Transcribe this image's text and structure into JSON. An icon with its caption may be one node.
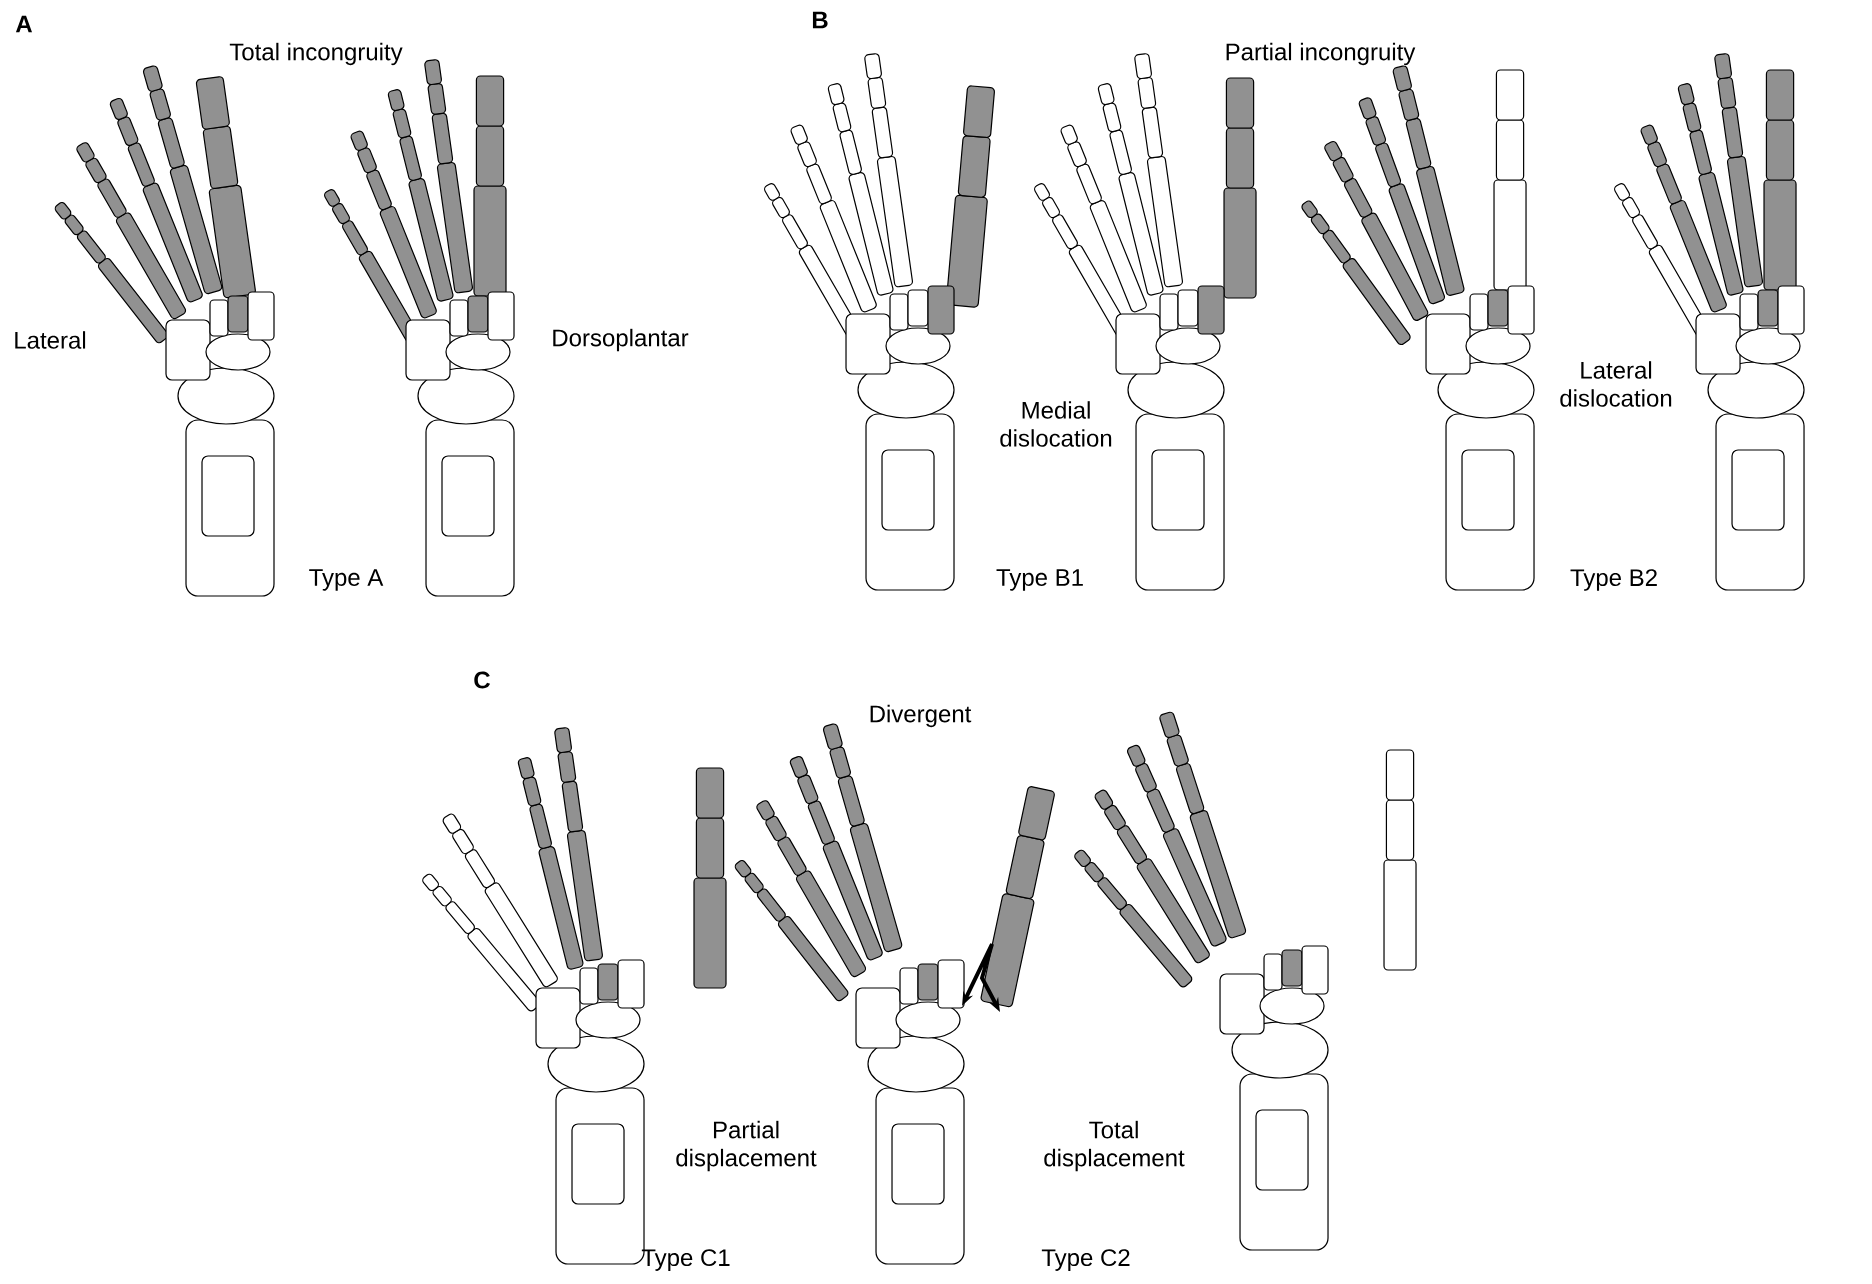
{
  "diagram": {
    "labels": [
      "A",
      "B",
      "Total incongruity",
      "Partial incongruity",
      "Lateral",
      "Dorsoplantar",
      "Medial dislocation",
      "Lateral dislocation",
      "Type A",
      "Type B1",
      "Type B2",
      "C",
      "Divergent",
      "Partial displacement",
      "Total displacement",
      "Type C1",
      "Type C2"
    ]
  }
}
